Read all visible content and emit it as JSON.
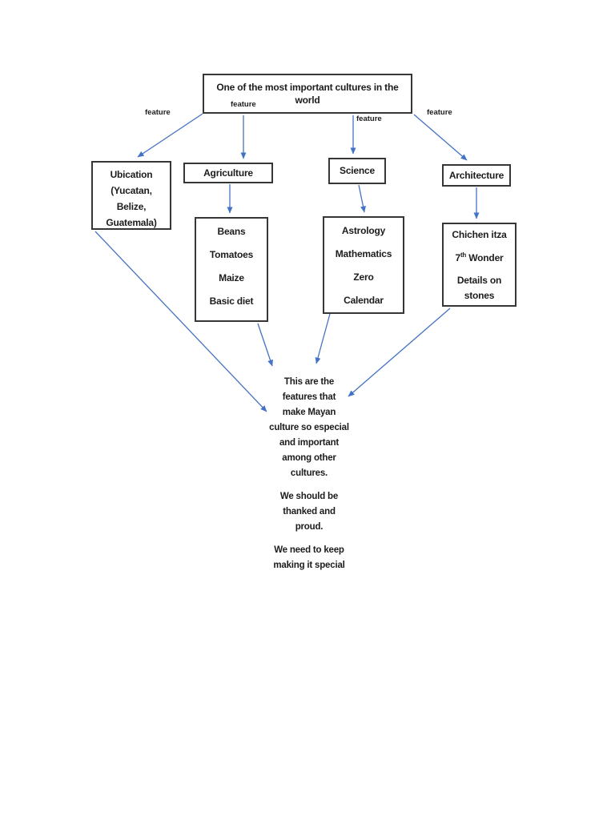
{
  "colors": {
    "arrow": "#4472C4",
    "box_border": "#363636",
    "text": "#1c1c1c",
    "page_bg": "#ffffff"
  },
  "root_node": {
    "line1": "One of the most important cultures in the",
    "line2": "world"
  },
  "edge_labels": [
    "feature",
    "feature",
    "feature",
    "feature"
  ],
  "nodes": {
    "ubication": {
      "lines": [
        "Ubication",
        "(Yucatan,",
        "Belize,",
        "Guatemala)"
      ]
    },
    "agriculture": {
      "label": "Agriculture"
    },
    "science": {
      "label": "Science"
    },
    "architecture": {
      "label": "Architecture"
    },
    "agriculture_details": {
      "lines": [
        "Beans",
        "Tomatoes",
        "Maize",
        "Basic diet"
      ]
    },
    "science_details": {
      "lines": [
        "Astrology",
        "Mathematics",
        "Zero",
        "Calendar"
      ]
    },
    "architecture_details": {
      "title": "Chichen itza",
      "wonder_num": "7",
      "wonder_sup": "th",
      "wonder_word": "Wonder",
      "detail_line1": "Details on",
      "detail_line2": "stones"
    }
  },
  "summary": {
    "p1_lines": [
      "This are the",
      "features that",
      "make Mayan",
      "culture so especial",
      "and important",
      "among other",
      "cultures."
    ],
    "p2_lines": [
      "We should be",
      "thanked and",
      "proud."
    ],
    "p3_lines": [
      "We need to keep",
      "making it special"
    ]
  }
}
